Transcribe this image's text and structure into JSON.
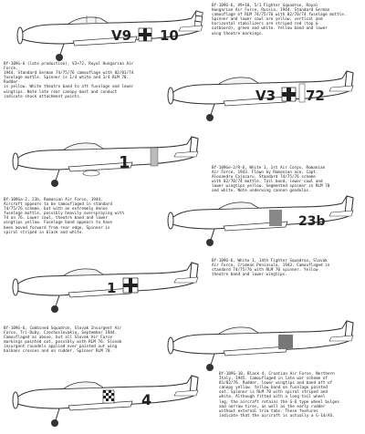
{
  "entries": [
    {
      "caption": "Bf-109G-6, V9+10, 5/1 Fighter Squadron, Royal\nHungarian Air Force, Russia, 1944. Standard German\ncamouflage of RLM 74/75/76 with 02/70/74 fuselage mottle.\nSpinner and lower cowl are yellow, vertical and\nhorizontal stabilizers are striped red (top &\noutboard), green and white. Yellow band and lower\nwing theatre markings.",
      "code": "V9",
      "number": "10"
    },
    {
      "caption": "Bf-109G-6 (late production), V3+72, Royal Hungarian Air Force,\n1944. Standard German 74/75/76 camouflage with 02/01/74\nfuselage mottle. Spinner is 1/4 white and 3/4 RLM 70. Rudder\nis yellow. White theatre band to aft fuselage and lower\nwingtips. Note late rear canopy mast and conduct\nindicate shock attachment points.",
      "code": "V3",
      "number": "72"
    },
    {
      "caption": "Bf-109Ge-2/R-6, White 1, 1st Air Corps, Romanian\nAir Force, 1943. Flown by Romanian ace, Capt.\nAlexandru Cojocaru. Standard 74/75/76 scheme\nwith 02/70/74 mottle. Tail band, lower cowl and\nlower wingtips yellow. Segmented spinner in RLM 70\nand white. Note underwing cannon gondolas.",
      "number": "1"
    },
    {
      "caption": "Bf-109Ga-2, 23b, Romanian Air Force, 1944.\nAircraft appears to be camouflaged in standard\n74/75/76 scheme, but with an extremely dense\nfuselage mottle, possibly heavily overspraying with\n74 on 76. Lower cowl, theatre band and lower\nwingtips yellow. Fuselage band appears to have\nbeen moved forward from rear edge. Spinner is\nspiral striped in black and white.",
      "number": "23b"
    },
    {
      "caption": "Bf-109G-6, White 1, 14th Fighter Squadron, Slovak\nAir Force, Crimean Peninsula, 1943. Camouflaged in\nstandard 74/75/76 with RLM 70 spinner. Yellow\ntheatre band and lower wingtips.",
      "number": "1"
    },
    {
      "caption": "Bf-109G-6, Combined Squadron, Slovak Insurgent Air\nForce, Tri-Duby, Czechoslovakia, September 1944.\nCamouflaged as above, but all Slovak Air Force\nmarkings painted out, possibly with RLM 76. Slovak\ninsurgent roundels applied over painted out wing\nbalkans crosses and on rudder. Spinner RLM 70."
    },
    {
      "caption": "Bf-109G-10, Black 4, Croatian Air Force, Northern\nItaly, 1945. Camouflaged in late war scheme of\n81/82/76. Rudder, lower wingtips and band aft of\ncanopy yellow. Yellow band on fuselage painted\nout. Spinner is RLM 70 with spiral striped and\nwhite. Although fitted with a long tail wheel\nleg, the aircraft retains the G-6 type wheel bulges\nand narrow tires, as well as the early rudder\nwithout external trim tabs. These features\nindicate that the aircraft is actually a G-14/AS.",
      "number": "4"
    }
  ]
}
